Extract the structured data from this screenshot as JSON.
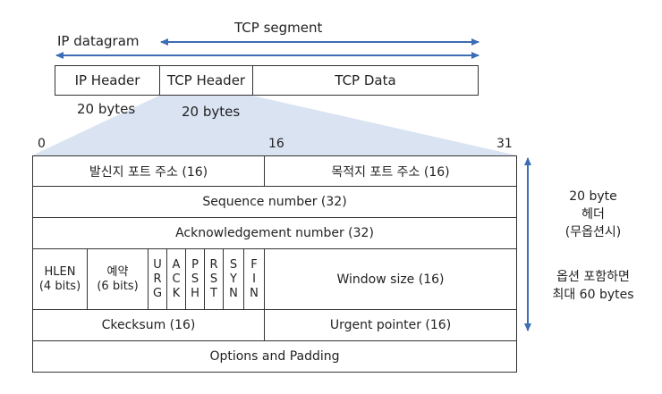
{
  "top": {
    "ip_datagram": "IP datagram",
    "tcp_segment": "TCP segment",
    "ip_header": "IP Header",
    "tcp_header": "TCP Header",
    "tcp_data": "TCP Data",
    "ip_header_size": "20 bytes",
    "tcp_header_size": "20 bytes"
  },
  "bits": {
    "start": "0",
    "mid": "16",
    "end": "31"
  },
  "rows": {
    "src_port": "발신지 포트 주소 (16)",
    "dst_port": "목적지 포트 주소 (16)",
    "seq": "Sequence number (32)",
    "ack": "Acknowledgement number (32)",
    "hlen_1": "HLEN",
    "hlen_2": "(4 bits)",
    "reserved_1": "예약",
    "reserved_2": "(6 bits)",
    "flags": [
      [
        "U",
        "R",
        "G"
      ],
      [
        "A",
        "C",
        "K"
      ],
      [
        "P",
        "S",
        "H"
      ],
      [
        "R",
        "S",
        "T"
      ],
      [
        "S",
        "Y",
        "N"
      ],
      [
        "F",
        "I",
        "N"
      ]
    ],
    "window": "Window size (16)",
    "checksum": "Ckecksum (16)",
    "urgent": "Urgent pointer (16)",
    "options": "Options and Padding"
  },
  "side": {
    "line1": "20 byte",
    "line2": "헤더",
    "line3": "(무옵션시)",
    "line4": "옵션 포함하면",
    "line5": "최대 60 bytes"
  },
  "colors": {
    "arrow": "#3d6db5",
    "wedge": "#d9e3f2",
    "border": "#333333"
  }
}
